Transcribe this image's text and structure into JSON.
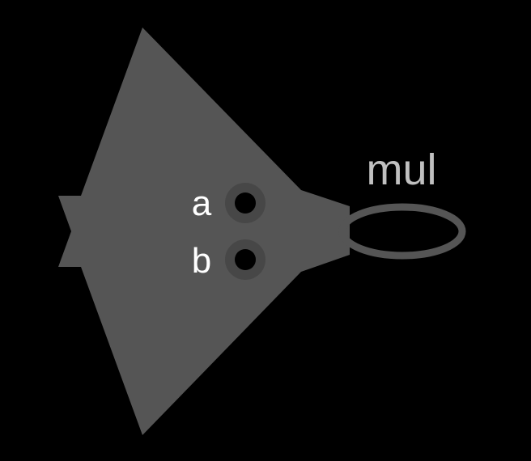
{
  "node": {
    "output_label": "mul",
    "inputs": [
      {
        "label": "a"
      },
      {
        "label": "b"
      }
    ]
  },
  "colors": {
    "background": "#000000",
    "body": "#555555",
    "port_ring": "#444444",
    "port_dot": "#000000",
    "input_label": "#ffffff",
    "output_label": "#c0c0c0",
    "output_ring": "#555555"
  }
}
